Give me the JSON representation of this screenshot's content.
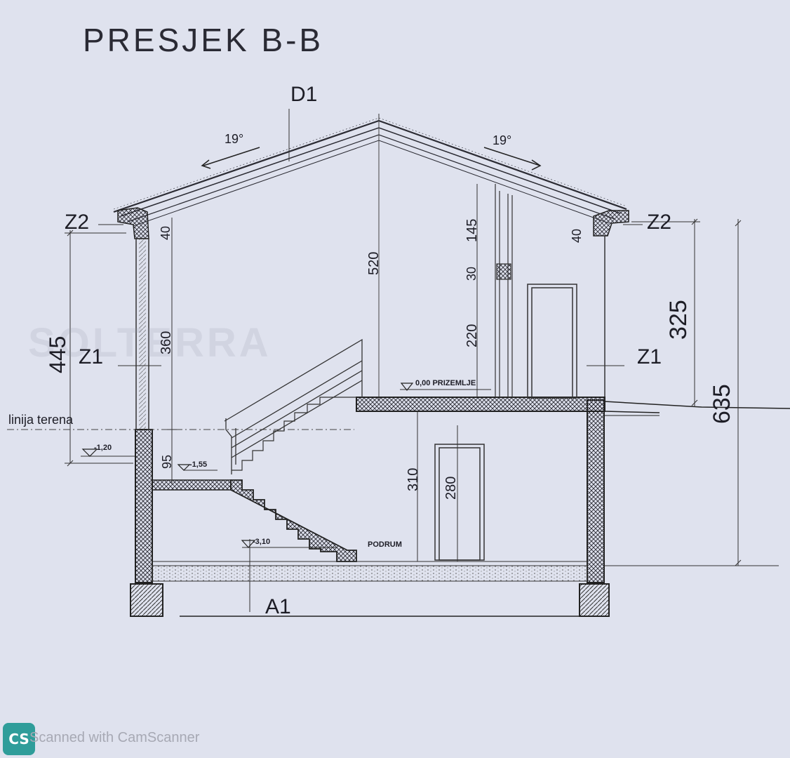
{
  "title": "PRESJEK   B-B",
  "roof_marker": "D1",
  "roof_pitch_left": "19°",
  "roof_pitch_right": "19°",
  "section_marks": {
    "z2_left": "Z2",
    "z2_right": "Z2",
    "z1_left": "Z1",
    "z1_right": "Z1",
    "a1": "A1"
  },
  "dimensions": {
    "left_total": "445",
    "left_wall_height": "360",
    "left_eave": "40",
    "left_step": "95",
    "ridge_height": "520",
    "window_top": "145",
    "window_mid": "30",
    "window_low": "220",
    "right_eave": "40",
    "right_upper": "325",
    "right_total": "635",
    "basement_height": "310",
    "door_height": "280"
  },
  "levels": {
    "ground_floor": "0,00  PRIZEMLJE",
    "terrain_level": "-1,20",
    "landing_level": "-1,55",
    "basement_level": "-3,10",
    "basement_label": "PODRUM"
  },
  "terrain_label": "linija terena",
  "watermark_text": "SOLTERRA",
  "scanner": {
    "badge": "CS",
    "text": "Scanned with CamScanner"
  }
}
